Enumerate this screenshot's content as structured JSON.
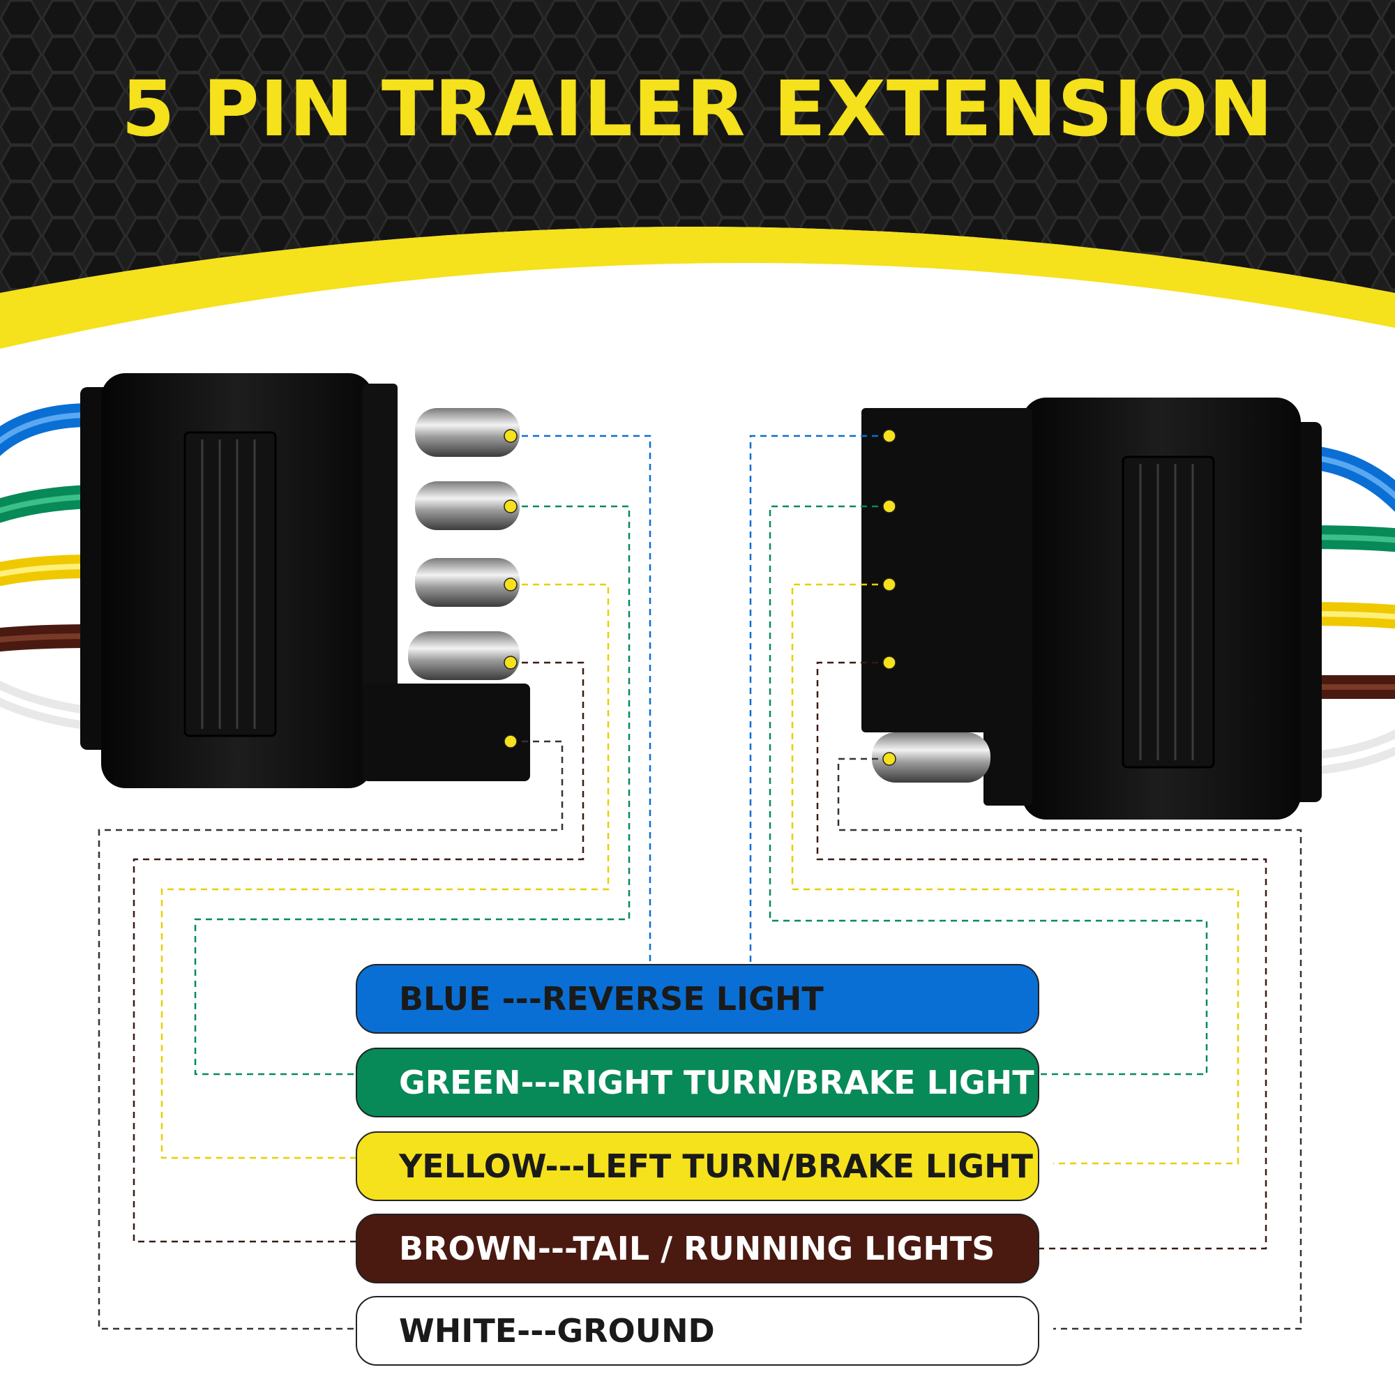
{
  "title": "5 PIN TRAILER EXTENSION",
  "colors": {
    "accent_yellow": "#f5e11c",
    "background_dark": "#1c1c1c",
    "blue": "#0a6fd4",
    "green": "#078a58",
    "yellow": "#f5e11c",
    "brown": "#4a1a10",
    "white": "#ffffff"
  },
  "legend": [
    {
      "label": "BLUE ---REVERSE LIGHT",
      "color": "#0a6fd4",
      "text_color": "#1a1a1a"
    },
    {
      "label": "GREEN---RIGHT TURN/BRAKE LIGHT",
      "color": "#078a58",
      "text_color": "#ffffff"
    },
    {
      "label": "YELLOW---LEFT TURN/BRAKE LIGHT",
      "color": "#f5e11c",
      "text_color": "#1a1a1a"
    },
    {
      "label": "BROWN---TAIL / RUNNING LIGHTS",
      "color": "#4a1a10",
      "text_color": "#ffffff"
    },
    {
      "label": "WHITE---GROUND",
      "color": "#ffffff",
      "text_color": "#1a1a1a"
    }
  ],
  "icons": {
    "left_connector": "male-connector-icon",
    "right_connector": "female-connector-icon"
  }
}
